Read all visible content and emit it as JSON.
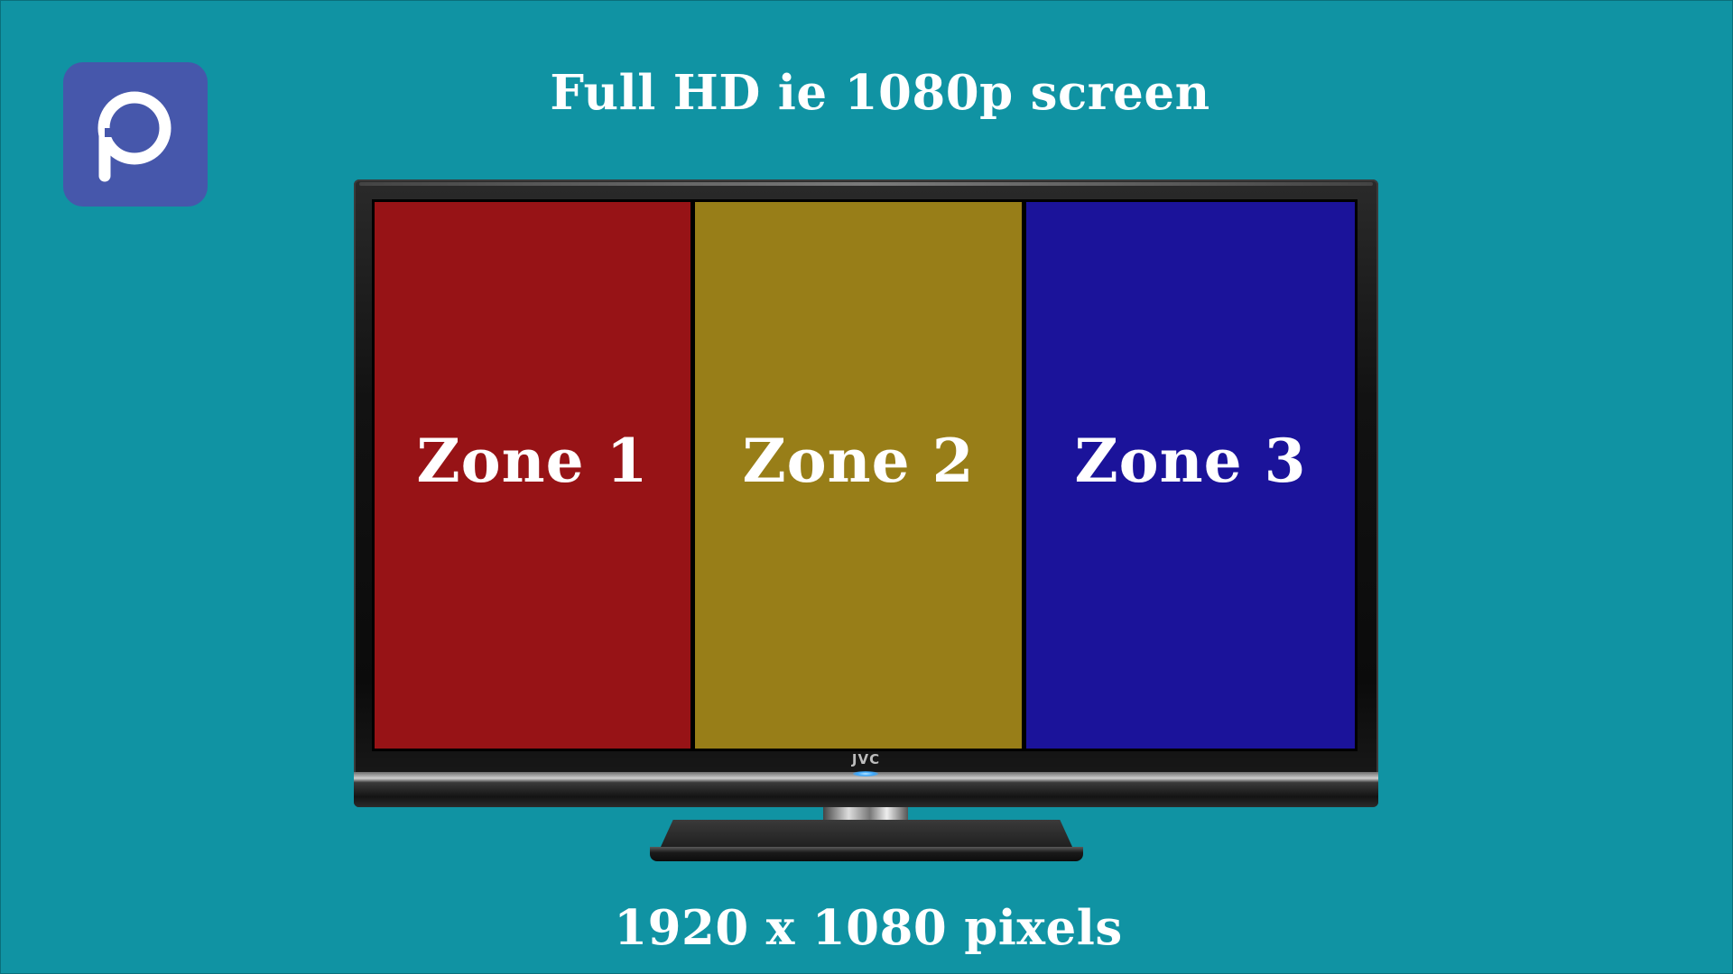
{
  "logo": {
    "icon": "p-speech-bubble-logo",
    "color": "#4657ab"
  },
  "title": "Full HD ie 1080p screen",
  "footer": "1920 x 1080 pixels",
  "tv": {
    "brand": "JVC",
    "zones": [
      {
        "label": "Zone 1",
        "color": "#971316"
      },
      {
        "label": "Zone 2",
        "color": "#987e18"
      },
      {
        "label": "Zone 3",
        "color": "#1b139a"
      }
    ]
  },
  "colors": {
    "background": "#1093a3",
    "text": "#ffffff"
  }
}
